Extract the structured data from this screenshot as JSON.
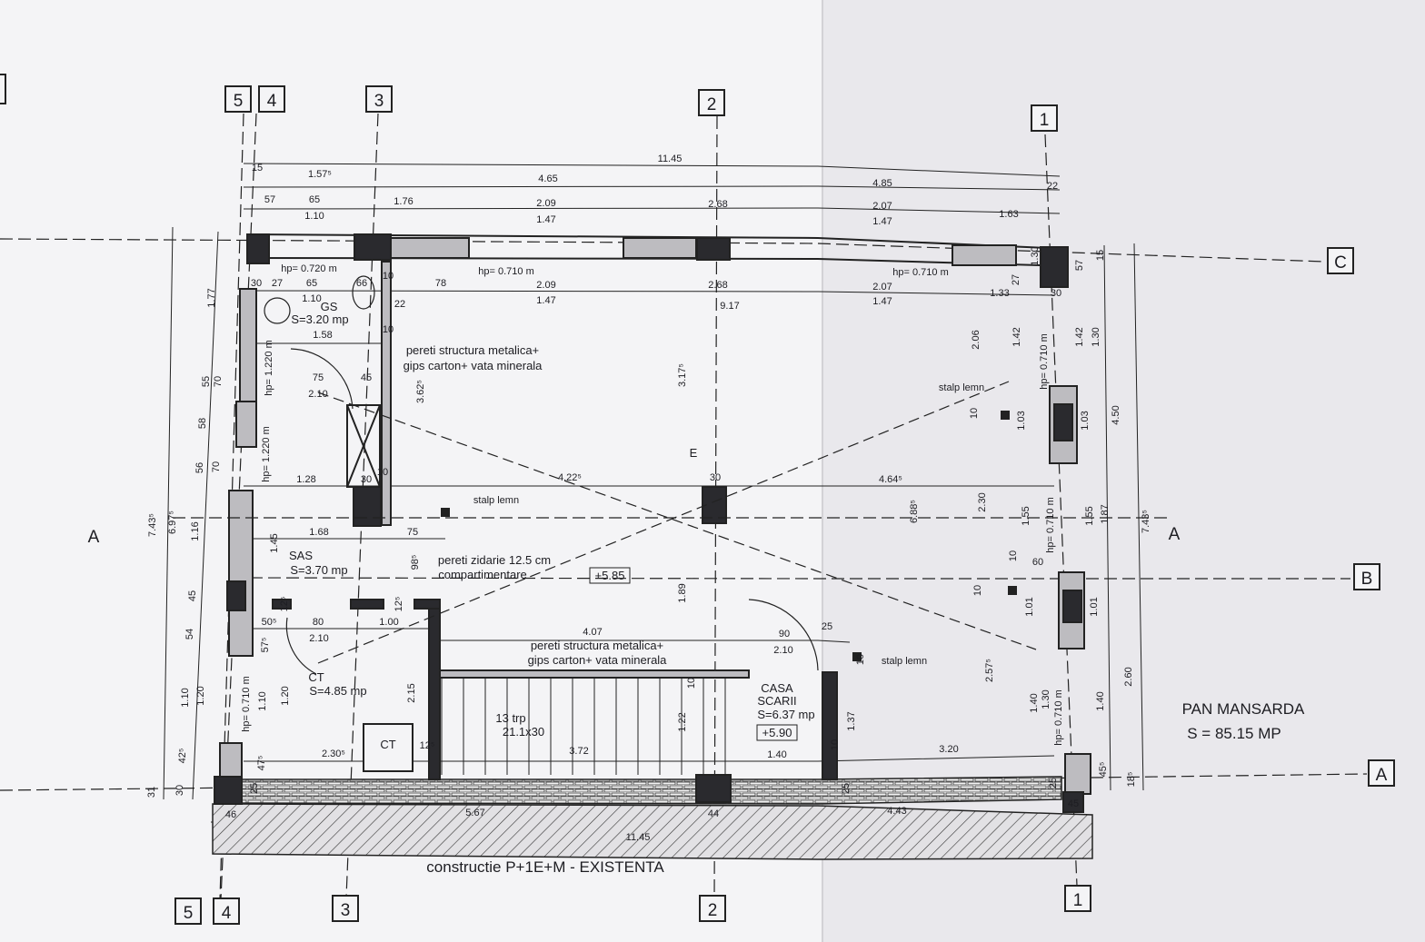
{
  "grid_axes": {
    "top": [
      "5",
      "4",
      "3",
      "2",
      "1"
    ],
    "bottom": [
      "5",
      "4",
      "3",
      "2",
      "1"
    ],
    "right": [
      "C",
      "B",
      "A"
    ],
    "section": [
      "A",
      "A"
    ]
  },
  "rooms": [
    {
      "name": "GS",
      "area": "S=3.20 mp"
    },
    {
      "name": "SAS",
      "area": "S=3.70 mp"
    },
    {
      "name": "CT",
      "area": "S=4.85 mp"
    },
    {
      "name": "CASA",
      "name2": "SCARII",
      "area": "S=6.37 mp",
      "level": "+5.90"
    }
  ],
  "level_marker": "+5.85",
  "stairs": {
    "count": "13 trp",
    "size": "21.1x30"
  },
  "ct_box": "CT",
  "elevator_mark": "E",
  "notes": {
    "wall1_line1": "pereti structura metalica+",
    "wall1_line2": "gips carton+ vata minerala",
    "wall2_line1": "pereti structura metalica+",
    "wall2_line2": "gips carton+ vata minerala",
    "masonry_line1": "pereti zidarie 12.5 cm",
    "masonry_line2": "compartimentare",
    "post1": "stalp lemn",
    "post2": "stalp lemn",
    "post3": "stalp lemn"
  },
  "summary": {
    "title": "PAN MANSARDA",
    "area": "S = 85.15 MP"
  },
  "existing": "constructie P+1E+M - EXISTENTA",
  "dimensions": [
    "11.45",
    "15",
    "1.57⁵",
    "4.65",
    "4.85",
    "22",
    "57",
    "65",
    "1.76",
    "2.09",
    "2.68",
    "2.07",
    "1.10",
    "1.47",
    "1.47",
    "1.63",
    "hp= 0.720 m",
    "hp= 0.710 m",
    "hp= 0.710 m",
    "30",
    "27",
    "65",
    "66",
    "10",
    "78",
    "2.09",
    "2.68",
    "2.07",
    "1.33",
    "1.10",
    "1.47",
    "1.47",
    "9.17",
    "22",
    "30",
    "10",
    "1.58",
    "75",
    "45",
    "2.10",
    "1.28",
    "30",
    "10",
    "4.22⁵",
    "30",
    "4.64⁵",
    "1.68",
    "75",
    "4.07",
    "80",
    "1.00",
    "50⁵",
    "2.10",
    "90",
    "2.10",
    "25",
    "2.30⁵",
    "3.72",
    "1.40",
    "3.20",
    "5.67",
    "44",
    "11.45",
    "4.43",
    "46",
    "45",
    "12⁵",
    "7.43⁵",
    "6.97⁵",
    "1.77",
    "55",
    "58",
    "56",
    "1.16",
    "45",
    "54",
    "1.10",
    "42⁵",
    "31",
    "30",
    "70",
    "70",
    "1.20",
    "3.62⁵",
    "3.17⁵",
    "1.89",
    "1.22",
    "1.45",
    "98⁵",
    "2.15",
    "1.37",
    "6.88⁵",
    "2.30",
    "2.57⁵",
    "2.06",
    "1.42",
    "1.03",
    "1.55",
    "1.01",
    "1.40",
    "4.50",
    "1.42",
    "1.30",
    "1.03",
    "1.55",
    "1.87",
    "1.01",
    "1.40",
    "2.60",
    "7.43⁵",
    "45⁵",
    "18⁵",
    "1.30",
    "57",
    "15",
    "hp= 1.220 m",
    "hp= 1.220 m",
    "hp= 0.710 m",
    "hp= 0.710 m",
    "hp= 0.710 m",
    "hp= 0.710 m",
    "1.10",
    "1.20",
    "57⁵",
    "47⁵",
    "25",
    "25",
    "25",
    "10",
    "10",
    "10",
    "12⁵",
    "12⁵",
    "10",
    "10",
    "10",
    "60",
    "27",
    "1.30"
  ]
}
